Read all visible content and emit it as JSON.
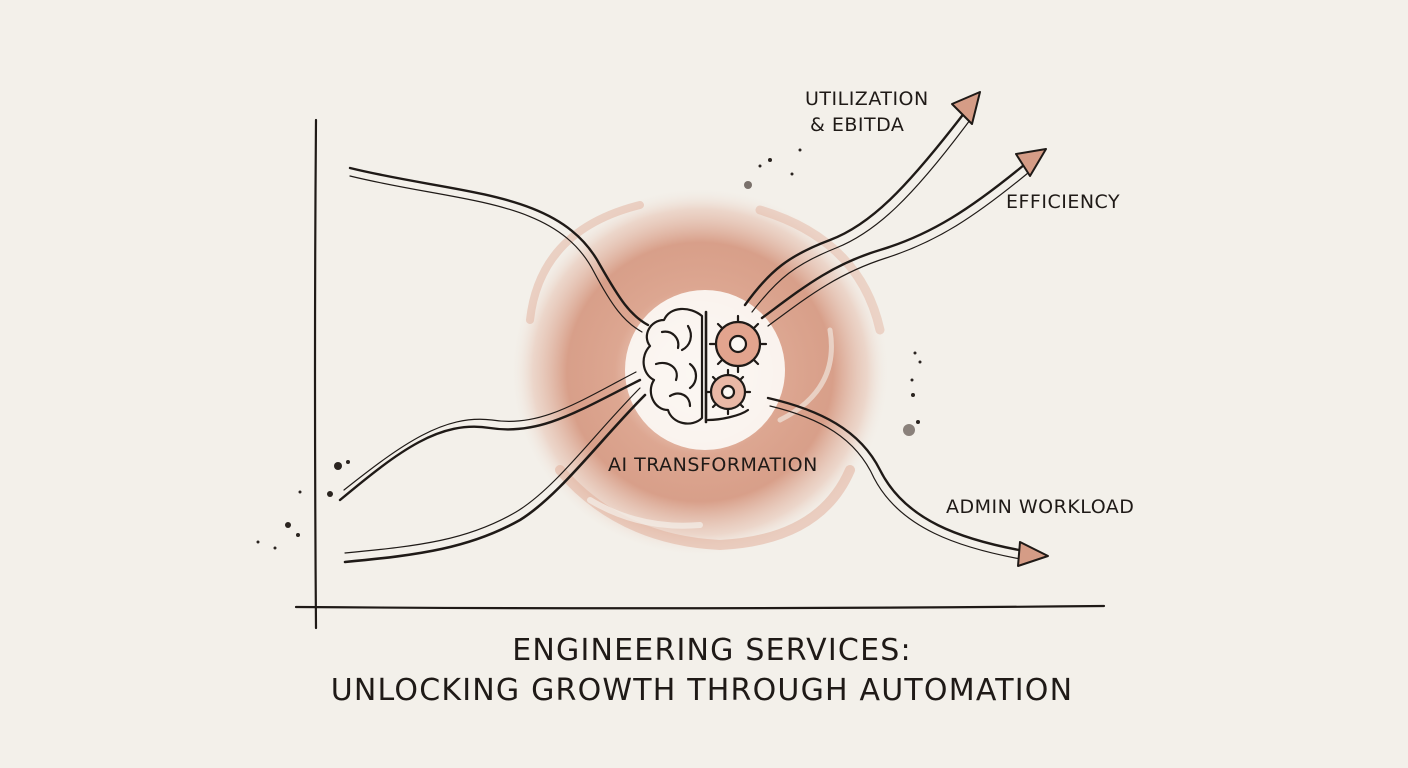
{
  "title": {
    "line1": "ENGINEERING SERVICES:",
    "line2": "UNLOCKING GROWTH THROUGH AUTOMATION"
  },
  "center": {
    "label": "AI TRANSFORMATION",
    "icon": "brain-gears-icon"
  },
  "outputs": {
    "utilization": {
      "line1": "UTILIZATION",
      "line2": "& EBITDA"
    },
    "efficiency": "EFFICIENCY",
    "admin": "ADMIN WORKLOAD"
  },
  "colors": {
    "background": "#f3f0ea",
    "ink": "#1f1a17",
    "wash": "#c9795e",
    "arrowhead": "#d59c86"
  }
}
